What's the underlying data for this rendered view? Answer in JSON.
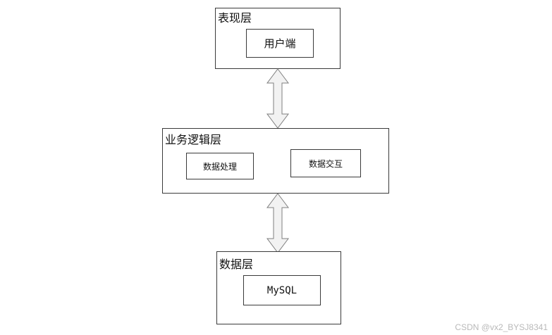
{
  "presentation_layer": {
    "title": "表现层",
    "client": "用户端"
  },
  "business_layer": {
    "title": "业务逻辑层",
    "processing": "数据处理",
    "interaction": "数据交互"
  },
  "data_layer": {
    "title": "数据层",
    "database": "MySQL"
  },
  "arrow_fill": "#f2f2f2",
  "arrow_stroke": "#7f7f7f",
  "watermark": "CSDN @vx2_BYSJ8341"
}
